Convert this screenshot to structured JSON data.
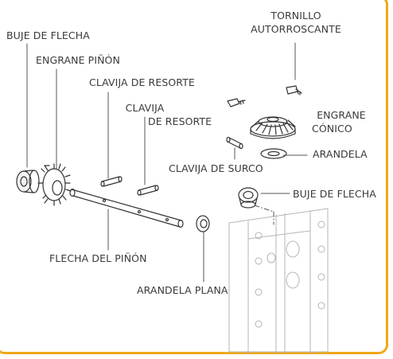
{
  "labels": {
    "buje_de_flecha_left": "BUJE DE FLECHA",
    "engrane_pinon": "ENGRANE PIÑÓN",
    "clavija_de_resorte_1": "CLAVIJA DE RESORTE",
    "clavija_de_resorte_2_line1": "CLAVIJA",
    "clavija_de_resorte_2_line2": "DE RESORTE",
    "tornillo_line1": "TORNILLO",
    "tornillo_line2": "AUTORROSCANTE",
    "engrane_conico_line1": "ENGRANE",
    "engrane_conico_line2": "CÓNICO",
    "arandela": "ARANDELA",
    "clavija_de_surco": "CLAVIJA DE SURCO",
    "buje_de_flecha_right": "BUJE DE FLECHA",
    "flecha_del_pinon": "FLECHA DEL PIÑÓN",
    "arandela_plana": "ARANDELA PLANA"
  },
  "colors": {
    "border": "#f0a818",
    "line": "#333333",
    "faint": "#b5b5b5",
    "text": "#3a3a3a"
  }
}
